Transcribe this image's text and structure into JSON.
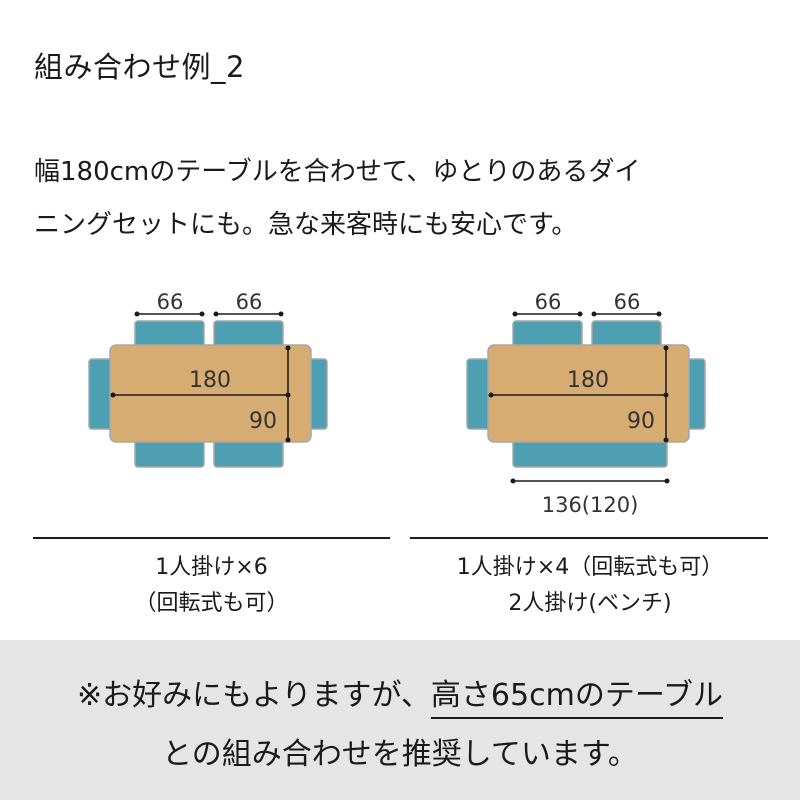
{
  "title": "組み合わせ例_2",
  "description": {
    "line1": "幅180cmのテーブルを合わせて、ゆとりのあるダイ",
    "line2": "ニングセットにも。急な来客時にも安心です。"
  },
  "colors": {
    "table": "#d6ac72",
    "chair": "#4f9fb2",
    "outline": "#a7a7a7",
    "note_background": "#e5e5e5"
  },
  "layouts": [
    {
      "dimension_labels": {
        "chair_width_1": "66",
        "chair_width_2": "66",
        "table_width": "180",
        "table_depth": "90"
      },
      "caption": {
        "line1": "1人掛け×6",
        "line2": "（回転式も可）"
      }
    },
    {
      "dimension_labels": {
        "chair_width_1": "66",
        "chair_width_2": "66",
        "table_width": "180",
        "table_depth": "90",
        "bench_width": "136(120)"
      },
      "caption": {
        "line1": "1人掛け×4（回転式も可）",
        "line2": "2人掛け(ベンチ)"
      }
    }
  ],
  "note": {
    "prefix": "※お好みにもよりますが、",
    "highlight": "高さ65cmのテーブル",
    "line2": "との組み合わせを推奨しています。"
  }
}
